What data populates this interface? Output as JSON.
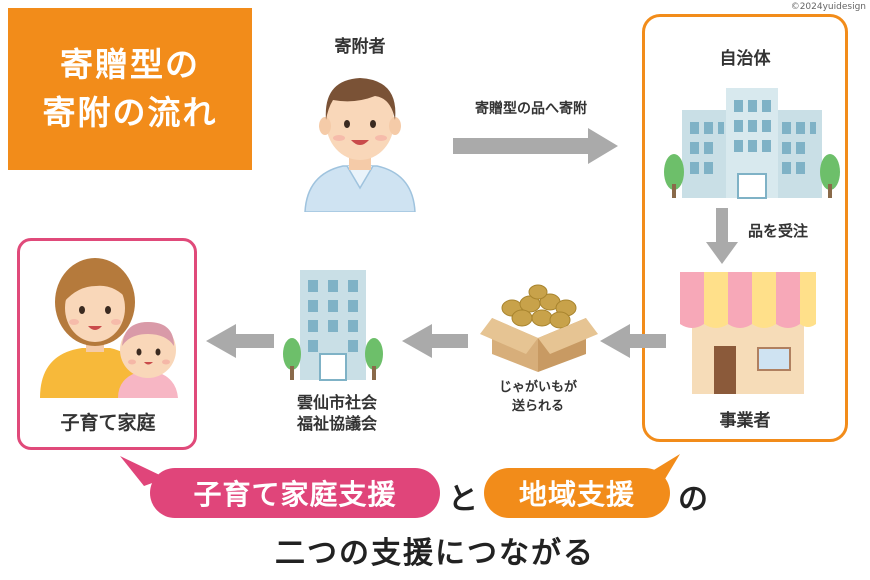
{
  "copyright": "©2024yuidesign",
  "title": {
    "line1": "寄贈型の",
    "line2": "寄附の流れ"
  },
  "donor": {
    "label": "寄附者"
  },
  "arrow_top": {
    "label": "寄贈型の品へ寄附"
  },
  "municipality": {
    "label": "自治体"
  },
  "arrow_order": {
    "label": "品を受注"
  },
  "business": {
    "label": "事業者"
  },
  "potatoes": {
    "line1": "じゃがいもが",
    "line2": "送られる"
  },
  "council": {
    "line1": "雲仙市社会",
    "line2": "福祉協議会"
  },
  "family": {
    "label": "子育て家庭"
  },
  "bottom": {
    "pill_pink": "子育て家庭支援",
    "connector": "と",
    "pill_orange": "地域支援",
    "suffix": "の",
    "line2": "二つの支援につながる"
  },
  "colors": {
    "orange": "#f28c1a",
    "pink": "#e0457a",
    "arrow_gray": "#aaaaaa"
  }
}
